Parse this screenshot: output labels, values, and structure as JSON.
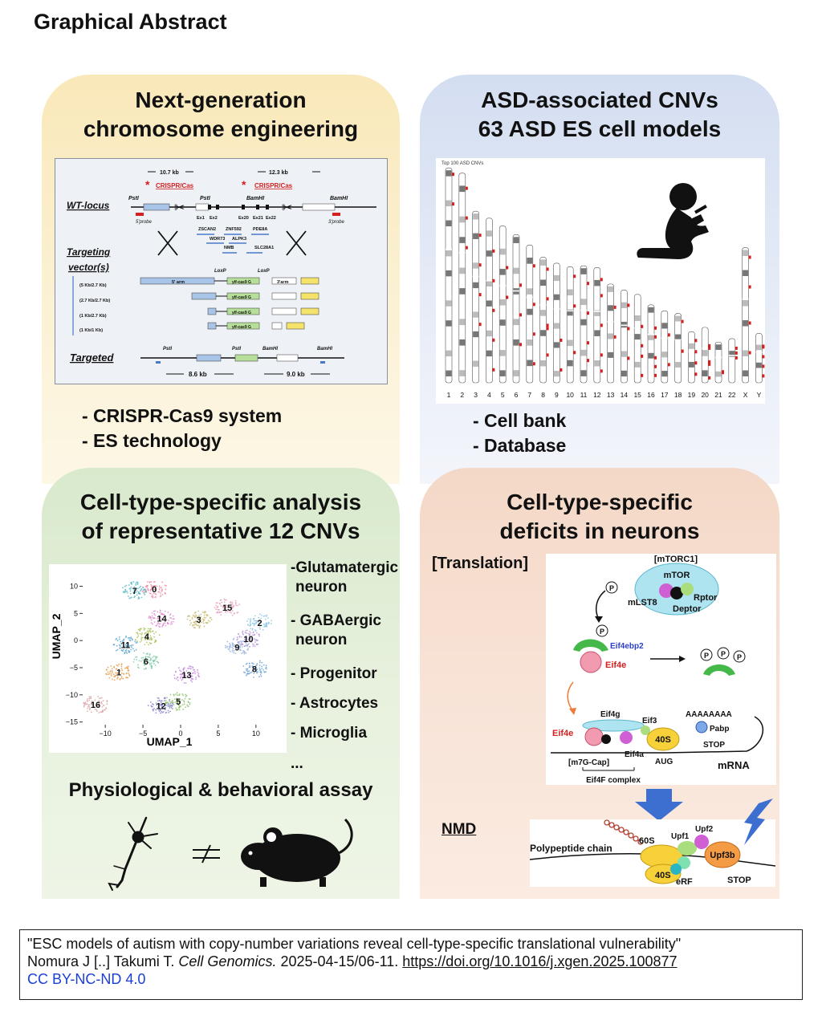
{
  "page_title": "Graphical Abstract",
  "panel1": {
    "title_line1": "Next-generation",
    "title_line2": "chromosome engineering",
    "bullets": [
      "- CRISPR-Cas9 system",
      "- ES technology"
    ],
    "diagram": {
      "sizes_top": [
        "10.7 kb",
        "12.3 kb"
      ],
      "crispr": "CRISPR/Cas",
      "wt_locus": "WT-locus",
      "targeting_vector": [
        "Targeting",
        "vector(s)"
      ],
      "targeted": "Targeted",
      "sites": [
        "PstI",
        "PstI",
        "BamHI",
        "BamHI"
      ],
      "exons": [
        "Ex1",
        "Ex2",
        "Ex20",
        "Ex21",
        "Ex22"
      ],
      "probes": [
        "5'probe",
        "3'probe"
      ],
      "genes": [
        "ZSCAN2",
        "ZNF592",
        "PDE8A",
        "WDR73",
        "ALPK3",
        "NMB",
        "SLC28A1"
      ],
      "vectors": [
        "(5 Kb/2.7 Kb)",
        "(2.7 Kb/2.7 Kb)",
        "(1 Kb/2.7 Kb)",
        "(1 Kb/1 Kb)"
      ],
      "arm5": "5' arm",
      "arm3": "3'arm",
      "loxp": "LoxP",
      "cassette": "ylf-cas9 G",
      "sizes_bottom": [
        "8.6 kb",
        "9.0 kb"
      ]
    }
  },
  "panel2": {
    "title_line1": "ASD-associated CNVs",
    "title_line2": "63 ASD ES cell models",
    "bullets": [
      "- Cell bank",
      "- Database"
    ],
    "karyogram_title": "Top 100 ASD CNVs",
    "chromosomes": [
      "1",
      "2",
      "3",
      "4",
      "5",
      "6",
      "7",
      "8",
      "9",
      "10",
      "11",
      "12",
      "13",
      "14",
      "15",
      "16",
      "17",
      "18",
      "19",
      "20",
      "21",
      "22",
      "X",
      "Y"
    ],
    "chromosome_lengths": [
      248,
      242,
      198,
      190,
      181,
      171,
      159,
      145,
      138,
      134,
      135,
      133,
      114,
      107,
      102,
      90,
      83,
      80,
      59,
      64,
      47,
      51,
      156,
      57
    ]
  },
  "panel3": {
    "title_line1": "Cell-type-specific analysis",
    "title_line2": "of representative 12 CNVs",
    "cell_types": [
      "-Glutamatergic",
      "neuron",
      "- GABAergic",
      "neuron",
      "- Progenitor",
      "- Astrocytes",
      "- Microglia",
      "..."
    ],
    "assay_title": "Physiological & behavioral assay",
    "umap": {
      "xlabel": "UMAP_1",
      "ylabel": "UMAP_2",
      "xticks": [
        "−10",
        "−5",
        "0",
        "5",
        "10"
      ],
      "yticks": [
        "10",
        "5",
        "0",
        "−5",
        "−10",
        "−15"
      ],
      "clusters": [
        {
          "label": "0",
          "x": -3.5,
          "y": 9.5,
          "color": "#f08aa3"
        },
        {
          "label": "1",
          "x": -8.2,
          "y": -5.8,
          "color": "#e79a4a"
        },
        {
          "label": "2",
          "x": 10.5,
          "y": 3.3,
          "color": "#8fc7e6"
        },
        {
          "label": "3",
          "x": 2.4,
          "y": 3.9,
          "color": "#c7b86a"
        },
        {
          "label": "4",
          "x": -4.5,
          "y": 0.8,
          "color": "#a8c35a"
        },
        {
          "label": "5",
          "x": -0.3,
          "y": -11.2,
          "color": "#8cc26a"
        },
        {
          "label": "6",
          "x": -4.6,
          "y": -3.8,
          "color": "#7fc9a5"
        },
        {
          "label": "7",
          "x": -6.1,
          "y": 9.2,
          "color": "#56b9c8"
        },
        {
          "label": "8",
          "x": 9.8,
          "y": -5.2,
          "color": "#6fa7d9"
        },
        {
          "label": "9",
          "x": 7.5,
          "y": -1.2,
          "color": "#9ab3e0"
        },
        {
          "label": "10",
          "x": 9.0,
          "y": 0.3,
          "color": "#b99ad9"
        },
        {
          "label": "11",
          "x": -7.3,
          "y": -0.8,
          "color": "#5aa6d3"
        },
        {
          "label": "12",
          "x": -2.6,
          "y": -12.0,
          "color": "#8a84d1"
        },
        {
          "label": "13",
          "x": 0.8,
          "y": -6.3,
          "color": "#c78ae0"
        },
        {
          "label": "14",
          "x": -2.5,
          "y": 4.1,
          "color": "#e08ad2"
        },
        {
          "label": "15",
          "x": 6.2,
          "y": 6.1,
          "color": "#e8a0bf"
        },
        {
          "label": "16",
          "x": -11.3,
          "y": -11.8,
          "color": "#d9a3a3"
        }
      ]
    }
  },
  "panel4": {
    "title_line1": "Cell-type-specific",
    "title_line2": "deficits in neurons",
    "translation_label": "[Translation]",
    "nmd_label": "NMD",
    "mtorc": {
      "complex": "[mTORC1]",
      "mtor": "mTOR",
      "mlst8": "mLST8",
      "rptor": "Rptor",
      "deptor": "Deptor",
      "p": "P",
      "eif4ebp2": "Eif4ebp2",
      "eif4e": "Eif4e"
    },
    "initiation": {
      "poly_a": "AAAAAAAA",
      "pabp": "Pabp",
      "eif4g": "Eif4g",
      "eif3": "Eif3",
      "eif4e": "Eif4e",
      "s40": "40S",
      "stop": "STOP",
      "eif4a": "Eif4a",
      "cap": "[m7G-Cap]",
      "aug": "AUG",
      "mrna": "mRNA",
      "eif4f": "Eif4F complex"
    },
    "nmd": {
      "s60": "60S",
      "upf1": "Upf1",
      "upf2": "Upf2",
      "upf3b": "Upf3b",
      "polypeptide": "Polypeptide chain",
      "s40": "40S",
      "erf": "eRF",
      "stop": "STOP"
    }
  },
  "citation": {
    "line1": "\"ESC models of autism with copy-number variations reveal cell-type-specific translational vulnerability\"",
    "authors": "Nomura J [..] Takumi T.",
    "journal": "Cell Genomics.",
    "dates": "2025-04-15/06-11.",
    "doi": "https://doi.org/10.1016/j.xgen.2025.100877",
    "license": "CC BY-NC-ND 4.0"
  }
}
